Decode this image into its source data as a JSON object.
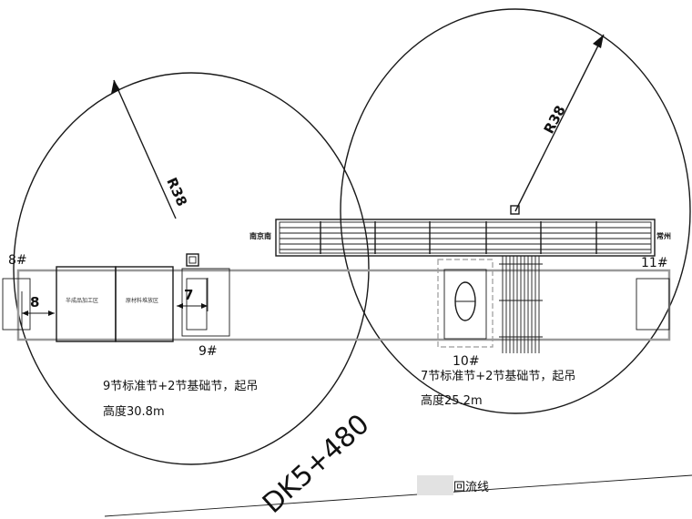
{
  "radius_labels": {
    "left": "R38",
    "right": "R38"
  },
  "station_labels": {
    "s8": "8#",
    "s9": "9#",
    "s10": "10#",
    "s11": "11#"
  },
  "dimensions": {
    "left_gap": "8",
    "right_gap": "7"
  },
  "zones": {
    "zone1": "半成品加工区",
    "zone2": "原材料堆放区"
  },
  "direction_labels": {
    "west": "南京南",
    "east": "常州"
  },
  "notes": {
    "left_line1": "9节标准节+2节基础节，起吊",
    "left_line2": "高度30.8m",
    "right_line1": "7节标准节+2节基础节，起吊",
    "right_line2": "高度25.2m"
  },
  "chainage": "DK5+480",
  "bottom_label": "回流线"
}
